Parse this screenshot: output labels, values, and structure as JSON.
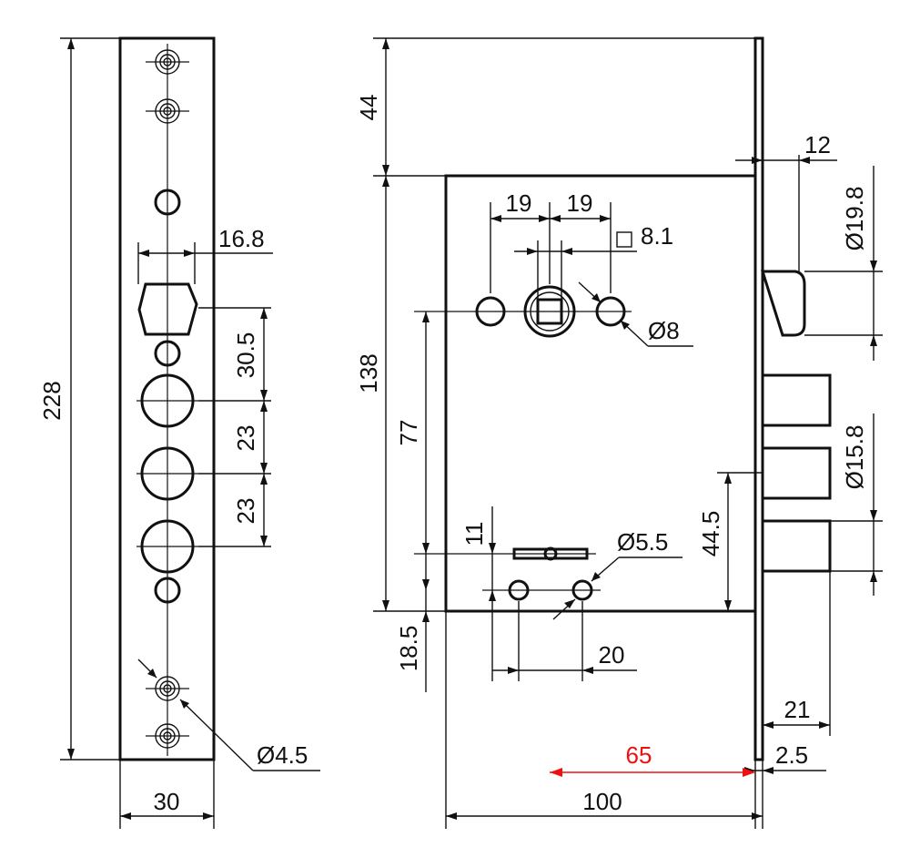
{
  "colors": {
    "ink": "#111111",
    "highlight": "#e11111",
    "background": "#ffffff"
  },
  "faceplate": {
    "length": "228",
    "width": "30",
    "cylinder_width": "16.8",
    "spacing_1": "30.5",
    "spacing_2": "23",
    "spacing_3": "23",
    "screw_hole": "Ø4.5"
  },
  "lock_body": {
    "top_offset": "44",
    "height": "138",
    "spindle_height": "77",
    "bottom_offset": "18.5",
    "spindle_left": "19",
    "spindle_right": "19",
    "spindle_square": "8.1",
    "hole_diameter": "Ø8",
    "key_slot_offset": "11",
    "small_hole": "Ø5.5",
    "hole_spacing": "20",
    "plate_thickness": "12",
    "latch_diameter": "Ø19.8",
    "bolt_diameter": "Ø15.8",
    "bolt_spacing": "44.5",
    "bolt_projection": "21",
    "face_thickness": "2.5",
    "backset": "65",
    "body_width": "100"
  }
}
